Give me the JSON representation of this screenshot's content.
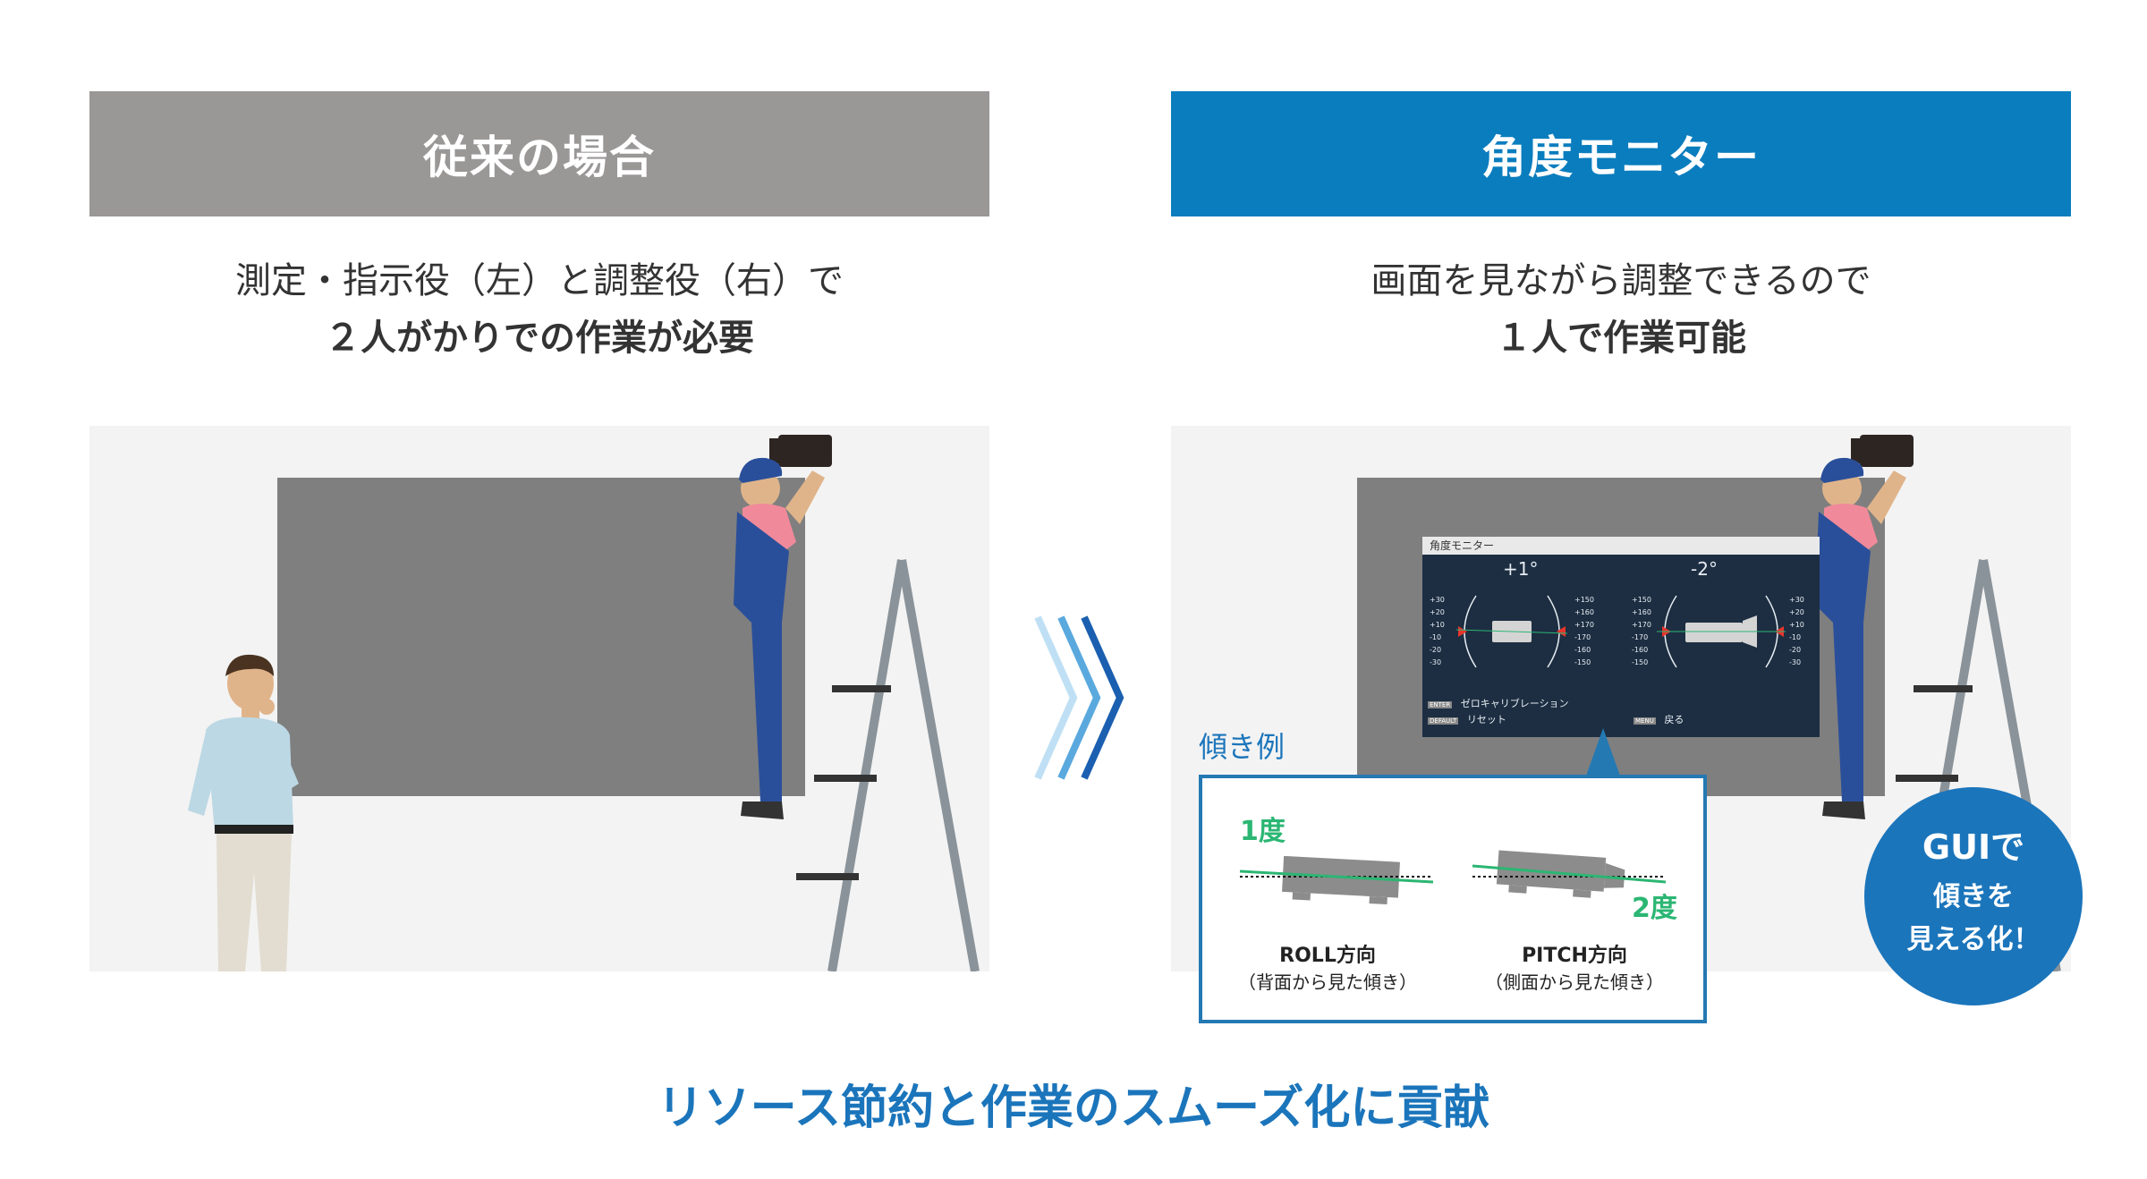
{
  "left": {
    "header": "従来の場合",
    "desc_line1": "測定・指示役（左）と調整役（右）で",
    "desc_line2": "２人がかりでの作業が必要"
  },
  "right": {
    "header": "角度モニター",
    "desc_line1": "画面を見ながら調整できるので",
    "desc_line2": "１人で作業可能"
  },
  "gui": {
    "title": "角度モニター",
    "roll_value": "+1°",
    "pitch_value": "-2°",
    "scale_left": [
      "+30",
      "+20",
      "+10",
      "-10",
      "-20",
      "-30"
    ],
    "scale_mid_a": [
      "+150",
      "+160",
      "+170",
      "-170",
      "-160",
      "-150"
    ],
    "scale_mid_b": [
      "+150",
      "+160",
      "+170",
      "-170",
      "-160",
      "-150"
    ],
    "scale_right": [
      "+30",
      "+20",
      "+10",
      "-10",
      "-20",
      "-30"
    ],
    "menu_enter_key": "ENTER",
    "menu_enter_label": "ゼロキャリブレーション",
    "menu_default_key": "DEFAULT",
    "menu_default_label": "リセット",
    "menu_menu_key": "MENU",
    "menu_menu_label": "戻る"
  },
  "callout": {
    "title": "傾き例",
    "roll_degree": "1度",
    "pitch_degree": "2度",
    "roll_label": "ROLL方向",
    "roll_sub": "（背面から見た傾き）",
    "pitch_label": "PITCH方向",
    "pitch_sub": "（側面から見た傾き）"
  },
  "badge": {
    "line1": "GUIで",
    "line2": "傾きを",
    "line3": "見える化！"
  },
  "footer": "リソース節約と作業のスムーズ化に貢献",
  "colors": {
    "left_header": "#9a9797",
    "right_header": "#0a7dbe",
    "accent_blue": "#1b75bb",
    "green": "#2bb673"
  }
}
